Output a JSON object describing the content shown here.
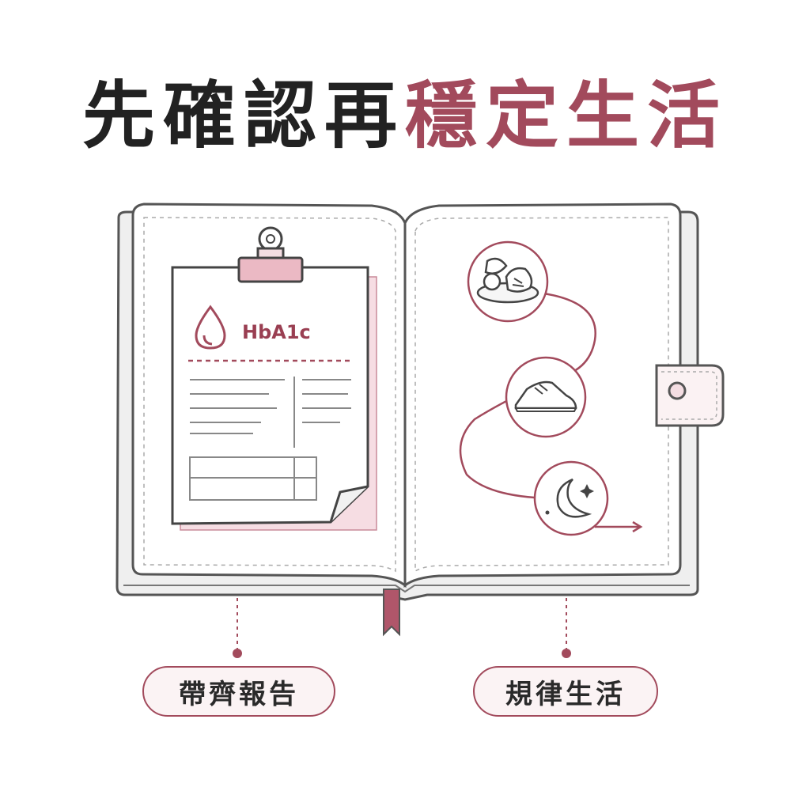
{
  "title": {
    "part1": "先確認再",
    "part2": "穩定生活"
  },
  "report": {
    "label": "HbA1c"
  },
  "labels": {
    "left": "帶齊報告",
    "right": "規律生活"
  },
  "colors": {
    "accent": "#a24a5c",
    "ink": "#222222",
    "line": "#6a6a6a"
  },
  "icons": [
    "blood-drop-icon",
    "clip-icon",
    "vegetables-icon",
    "sneaker-icon",
    "moon-icon",
    "arrow-icon"
  ]
}
